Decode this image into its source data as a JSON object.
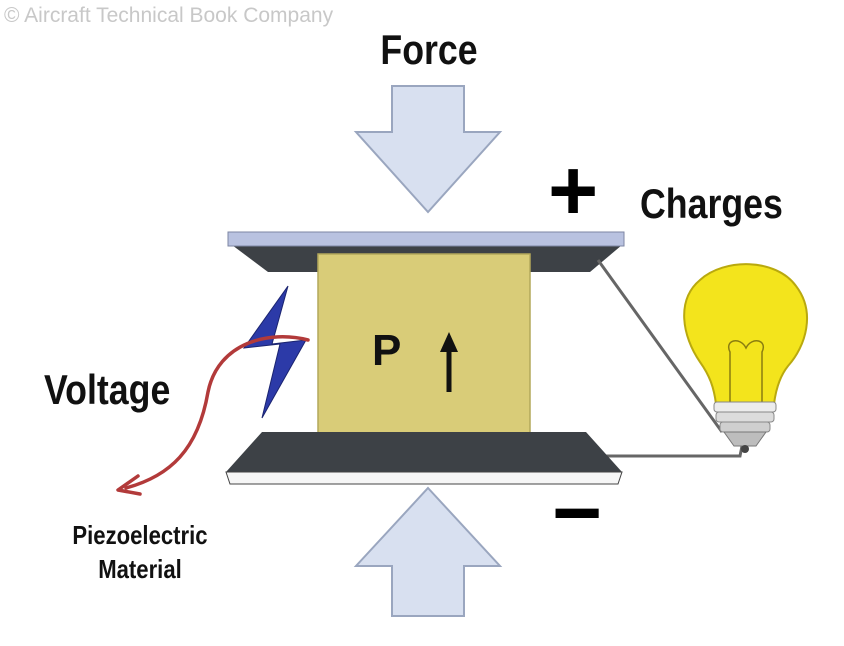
{
  "watermark": "© Aircraft Technical Book Company",
  "labels": {
    "force": "Force",
    "charges": "Charges",
    "plus": "+",
    "minus": "−",
    "voltage": "Voltage",
    "material_line1": "Piezoelectric",
    "material_line2": "Material",
    "polarization": "P"
  },
  "icons": [
    "force-arrow-down",
    "force-arrow-up",
    "lightning-bolt-icon",
    "light-bulb-icon",
    "polarization-arrow-icon",
    "voltage-curve-arrow"
  ],
  "colors": {
    "arrow_fill": "#d8e0f0",
    "arrow_stroke": "#9aa6bf",
    "plate_top": "#b9c2e0",
    "plate_shadow": "#3d4146",
    "material": "#d9cc78",
    "bulb": "#f3e41c",
    "bolt": "#2c3aa8",
    "curve": "#b23a3a"
  }
}
